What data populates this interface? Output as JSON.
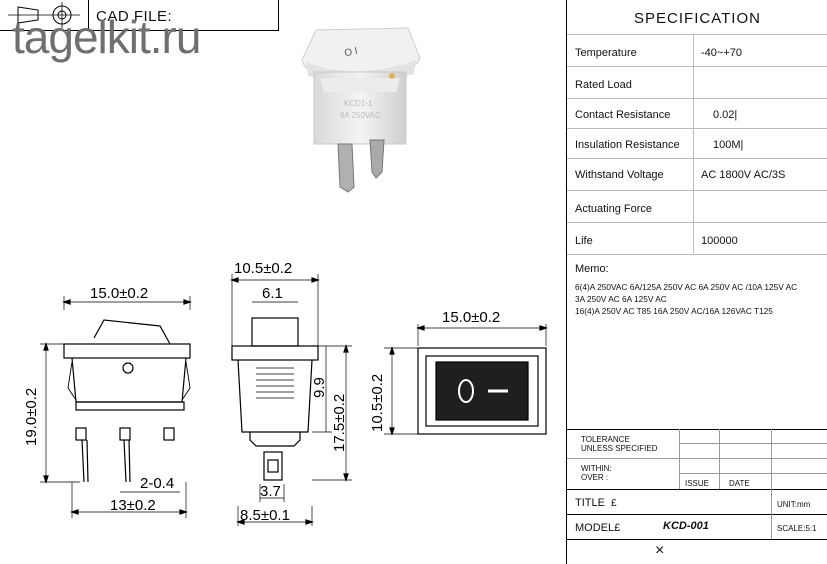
{
  "header": {
    "cad_label": "CAD FILE:",
    "watermark": "tagelkit.ru"
  },
  "spec": {
    "title": "SPECIFICATION",
    "rows": [
      {
        "label": "Temperature",
        "value": "-40~+70"
      },
      {
        "label": "Rated Load",
        "value": ""
      },
      {
        "label": "Contact Resistance",
        "value": "0.02|"
      },
      {
        "label": "Insulation Resistance",
        "value": "100M|"
      },
      {
        "label": "Withstand Voltage",
        "value": "AC 1800V AC/3S"
      },
      {
        "label": "Actuating Force",
        "value": ""
      },
      {
        "label": "Life",
        "value": "100000"
      }
    ],
    "memo_label": "Memo:",
    "memo_lines": [
      "6(4)A 250VAC  6A/125A 250V AC  6A 250V AC /10A 125V AC",
      "3A 250V AC  6A  125V AC",
      "16(4)A 250V AC T85 16A 250V AC/16A 126VAC T125"
    ]
  },
  "title_block": {
    "tolerance_1": "TOLERANCE",
    "tolerance_2": "UNLESS SPECIFIED",
    "within": "WITHIN:",
    "over": "OVER  :",
    "issue": "ISSUE",
    "date": "DATE",
    "title_label": "TITLE",
    "title_mark": "£",
    "unit": "UNIT:mm",
    "model_label": "MODEL£",
    "model_value": "KCD-001",
    "scale": "SCALE:5:1",
    "close_mark": "×"
  },
  "dimensions": {
    "front_width": "15.0±0.2",
    "front_height": "19.0±0.2",
    "pin_spacing": "2-0.4",
    "pin_pitch": "13±0.2",
    "side_width": "10.5±0.2",
    "side_top": "6.1",
    "side_body": "9.9",
    "side_height": "17.5±0.2",
    "side_pin": "3.7",
    "side_base": "8.5±0.1",
    "top_width": "15.0±0.2",
    "top_height": "10.5±0.2"
  },
  "product_photo": {
    "rocker_marks": "O  I",
    "body_text_1": "KCD1-1",
    "body_text_2": "6A 250VAC"
  }
}
